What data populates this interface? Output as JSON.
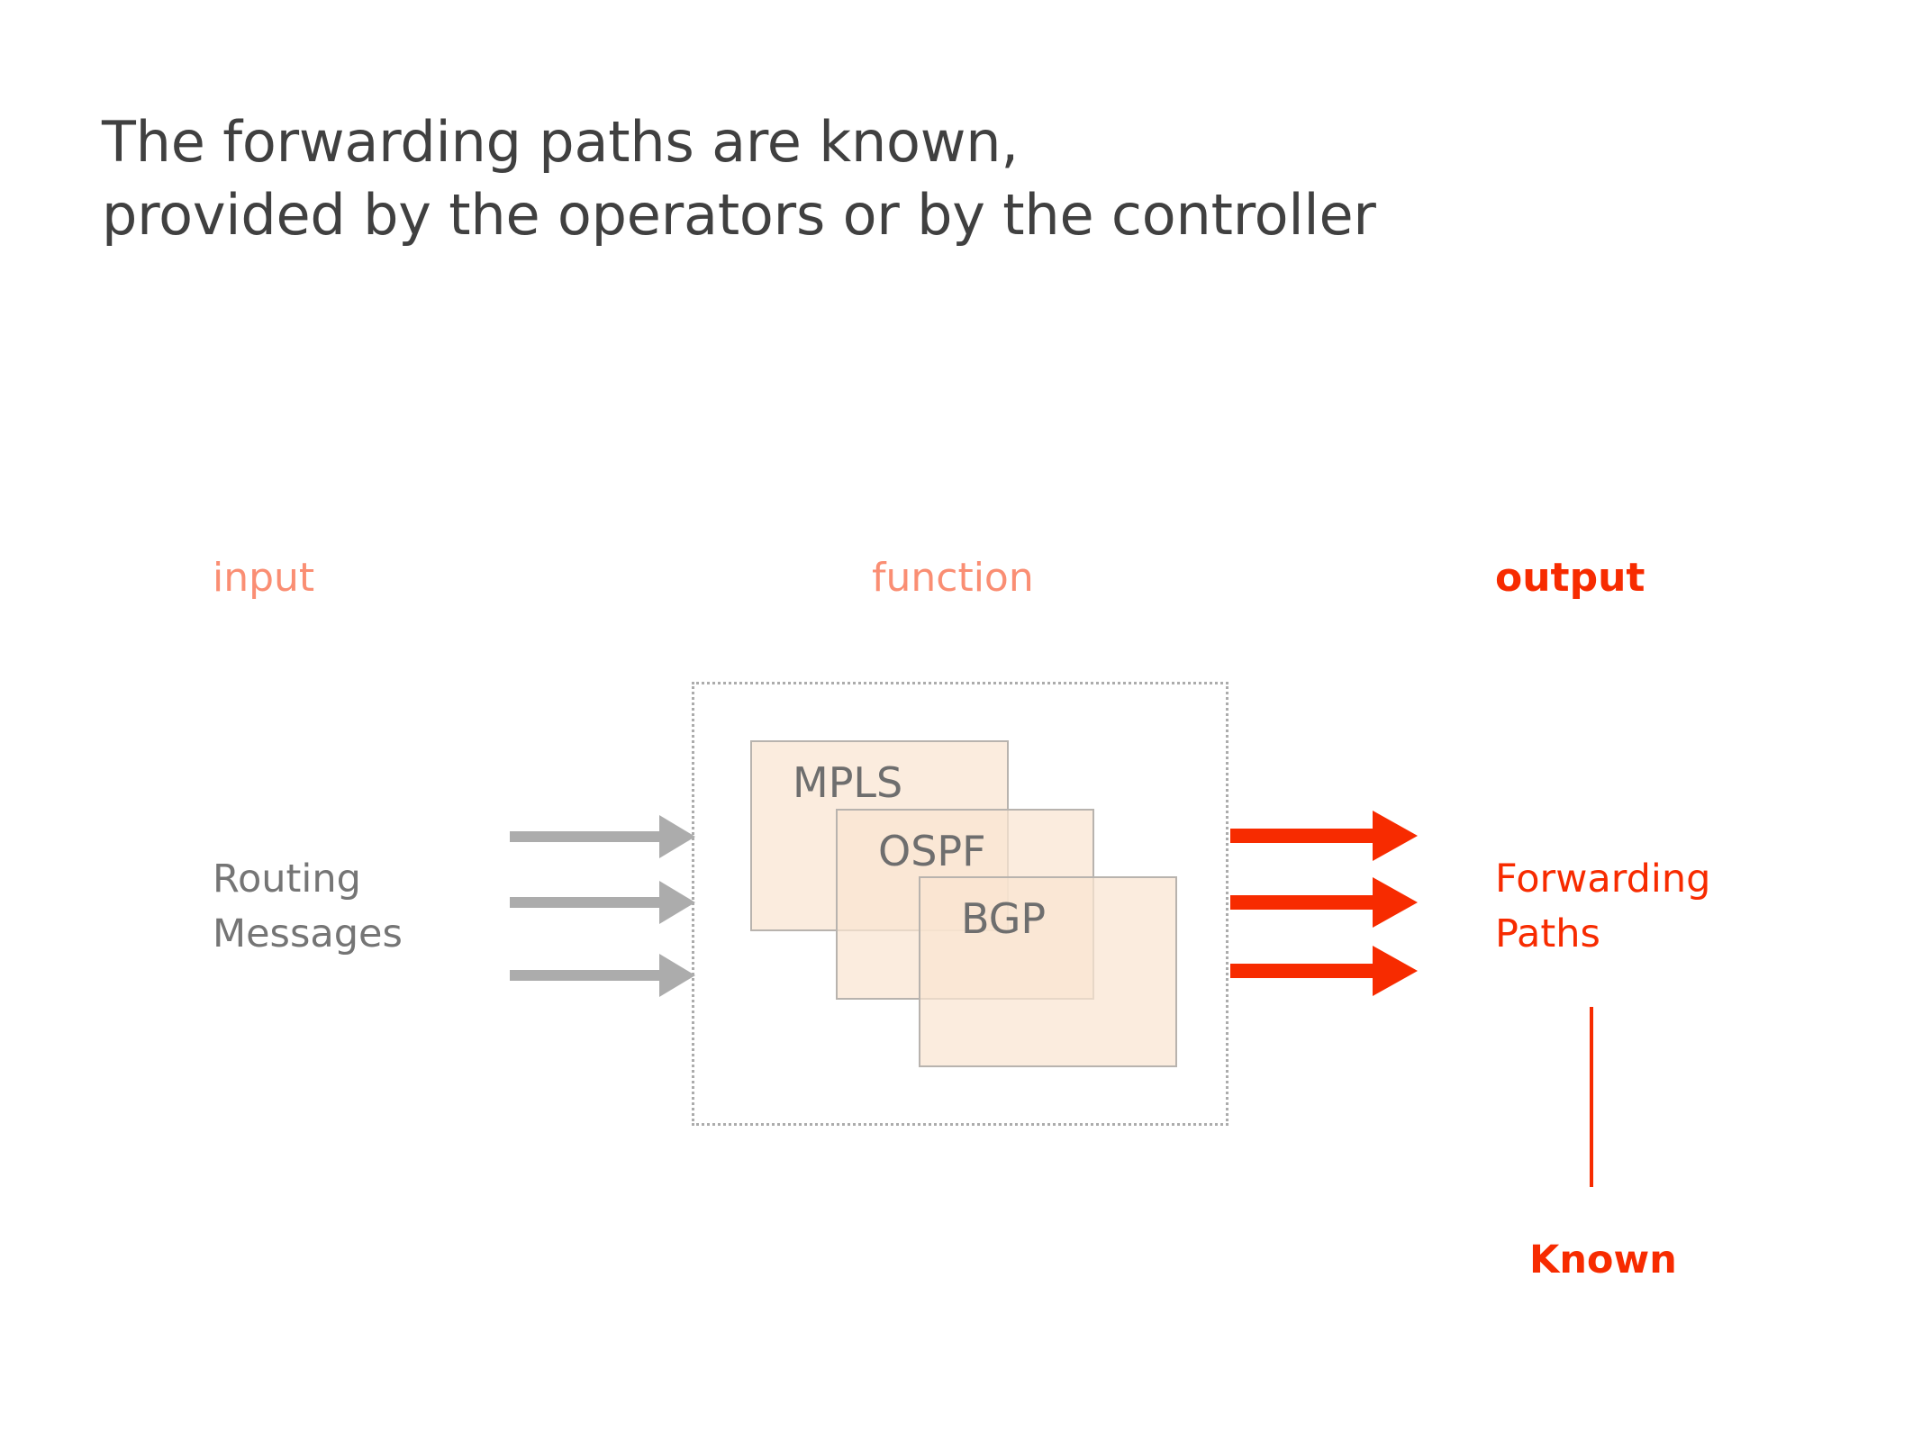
{
  "slide": {
    "title_lines": [
      "The forwarding paths are known,",
      "provided by the operators or by the controller"
    ],
    "background_color": "#FFFFFF",
    "title_color": "#404040"
  },
  "colors": {
    "heading_light_red": "#FA8E73",
    "accent_red": "#F72B00",
    "gray_text": "#757575",
    "protocol_box_fill": "#FAE4D1",
    "protocol_box_border": "#B8B3AE",
    "gray_arrow": "#ACACAC",
    "dotted_border": "#ACACAC"
  },
  "columns": {
    "input_label": "input",
    "function_label": "function",
    "output_label": "output"
  },
  "input": {
    "label": "Routing Messages",
    "label_line_1": "Routing",
    "label_line_2": "Messages",
    "arrow_count": 3,
    "arrow_color": "#ACACAC"
  },
  "function": {
    "protocols": [
      {
        "name": "MPLS"
      },
      {
        "name": "OSPF"
      },
      {
        "name": "BGP"
      }
    ]
  },
  "output": {
    "label": "Forwarding Paths",
    "label_line_1": "Forwarding",
    "label_line_2": "Paths",
    "arrow_count": 3,
    "arrow_color": "#F72B00",
    "annotation": "Known"
  }
}
